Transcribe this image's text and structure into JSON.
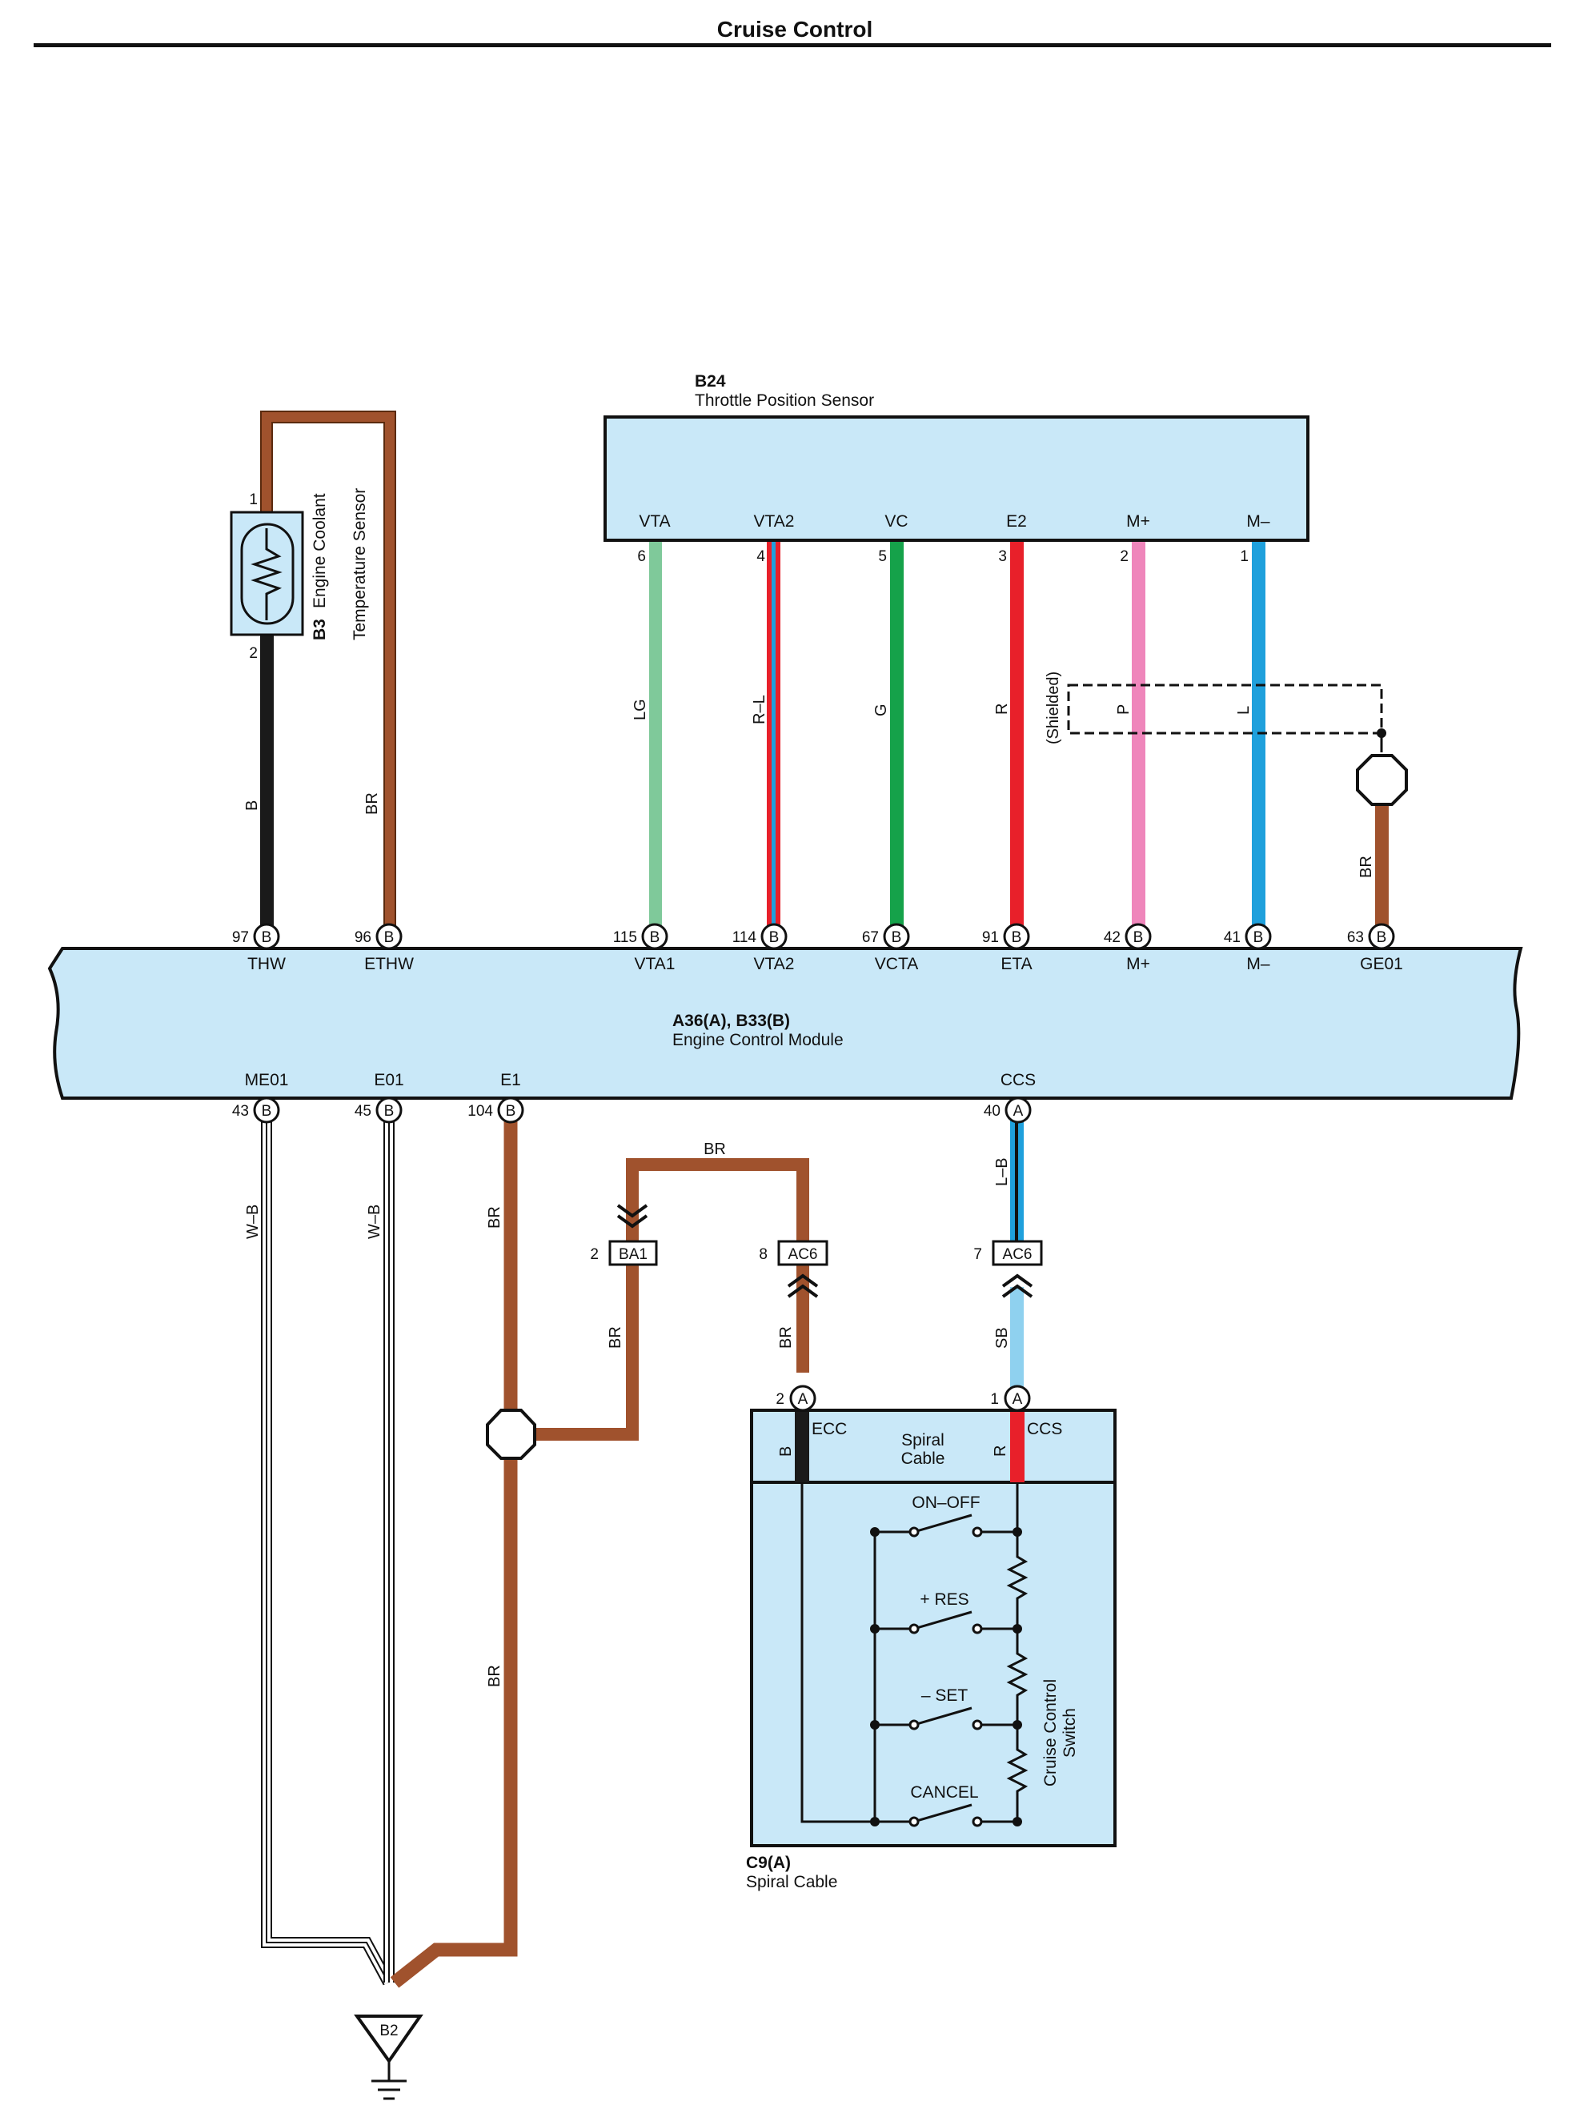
{
  "page": {
    "title": "Cruise Control"
  },
  "colors": {
    "box_fill": "#c9e8f8",
    "wire_br": "#a0522d",
    "wire_b": "#1a1a1a",
    "wire_lg": "#7fc99a",
    "wire_g": "#15a24a",
    "wire_r": "#e8202a",
    "wire_p": "#ef86bb",
    "wire_l": "#1fa0dc",
    "wire_sb": "#8fd1ef",
    "wire_w": "#ffffff"
  },
  "components": {
    "b3": {
      "code": "B3",
      "name_line1": "Engine Coolant",
      "name_line2": "Temperature Sensor",
      "pin_top": "1",
      "pin_bottom": "2"
    },
    "b24": {
      "code": "B24",
      "name": "Throttle Position Sensor",
      "terminals": [
        {
          "label": "VTA",
          "pin": "6"
        },
        {
          "label": "VTA2",
          "pin": "4"
        },
        {
          "label": "VC",
          "pin": "5"
        },
        {
          "label": "E2",
          "pin": "3"
        },
        {
          "label": "M+",
          "pin": "2"
        },
        {
          "label": "M–",
          "pin": "1"
        }
      ]
    },
    "ecm": {
      "code": "A36(A), B33(B)",
      "name": "Engine Control Module",
      "top_terminals": [
        {
          "pin": "97",
          "conn": "B",
          "label": "THW"
        },
        {
          "pin": "96",
          "conn": "B",
          "label": "ETHW"
        },
        {
          "pin": "115",
          "conn": "B",
          "label": "VTA1"
        },
        {
          "pin": "114",
          "conn": "B",
          "label": "VTA2"
        },
        {
          "pin": "67",
          "conn": "B",
          "label": "VCTA"
        },
        {
          "pin": "91",
          "conn": "B",
          "label": "ETA"
        },
        {
          "pin": "42",
          "conn": "B",
          "label": "M+"
        },
        {
          "pin": "41",
          "conn": "B",
          "label": "M–"
        },
        {
          "pin": "63",
          "conn": "B",
          "label": "GE01"
        }
      ],
      "bottom_terminals": [
        {
          "pin": "43",
          "conn": "B",
          "label": "ME01"
        },
        {
          "pin": "45",
          "conn": "B",
          "label": "E01"
        },
        {
          "pin": "104",
          "conn": "B",
          "label": "E1"
        },
        {
          "pin": "40",
          "conn": "A",
          "label": "CCS"
        }
      ]
    },
    "c9": {
      "code": "C9(A)",
      "name": "Spiral Cable",
      "pins": [
        {
          "pin": "2",
          "conn": "A"
        },
        {
          "pin": "1",
          "conn": "A"
        }
      ],
      "terminal_ecc": "ECC",
      "terminal_ccs": "CCS",
      "spiral_label_line1": "Spiral",
      "spiral_label_line2": "Cable",
      "wire_b": "B",
      "wire_r": "R",
      "switches": [
        "ON–OFF",
        "+ RES",
        "– SET",
        "CANCEL"
      ],
      "switch_name_line1": "Cruise Control",
      "switch_name_line2": "Switch"
    }
  },
  "connectors": {
    "ba1": {
      "pin": "2",
      "label": "BA1"
    },
    "ac6a": {
      "pin": "8",
      "label": "AC6"
    },
    "ac6b": {
      "pin": "7",
      "label": "AC6"
    }
  },
  "ground": {
    "label": "B2"
  },
  "wire_labels": {
    "thw": "B",
    "ethw": "BR",
    "vta": "LG",
    "vta2": "R–L",
    "vc": "G",
    "e2": "R",
    "m_plus": "P",
    "m_minus": "L",
    "shielded": "(Shielded)",
    "ge01": "BR",
    "me01": "W–B",
    "e01": "W–B",
    "e1": "BR",
    "e1_lower": "BR",
    "ccs": "L–B",
    "jumper_top": "BR",
    "ba1_down": "BR",
    "ac6_down": "BR",
    "sb": "SB"
  }
}
